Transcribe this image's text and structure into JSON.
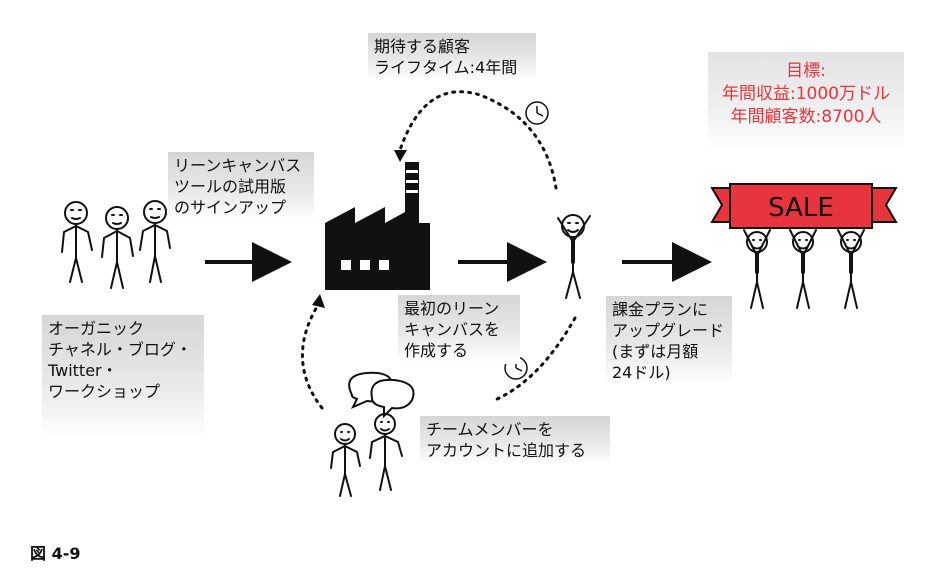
{
  "labels": {
    "organic": [
      "オーガニック",
      "チャネル・ブログ・",
      "Twitter・",
      "ワークショップ"
    ],
    "trial": [
      "リーンキャンバス",
      "ツールの試用版",
      "のサインアップ"
    ],
    "expected": [
      "期待する顧客",
      "ライフタイム:4年間"
    ],
    "first_canvas": [
      "最初のリーン",
      "キャンバスを",
      "作成する"
    ],
    "team": [
      "チームメンバーを",
      "アカウントに追加する"
    ],
    "upgrade": [
      "課金プランに",
      "アップグレード",
      "(まずは月額",
      "24ドル)"
    ]
  },
  "goal": [
    "目標:",
    "年間収益:1000万ドル",
    "年間顧客数:8700人"
  ],
  "banner": "SALE",
  "caption": "図 4-9",
  "colors": {
    "goal_text": "#e8343d",
    "banner_red": "#e8343d"
  }
}
